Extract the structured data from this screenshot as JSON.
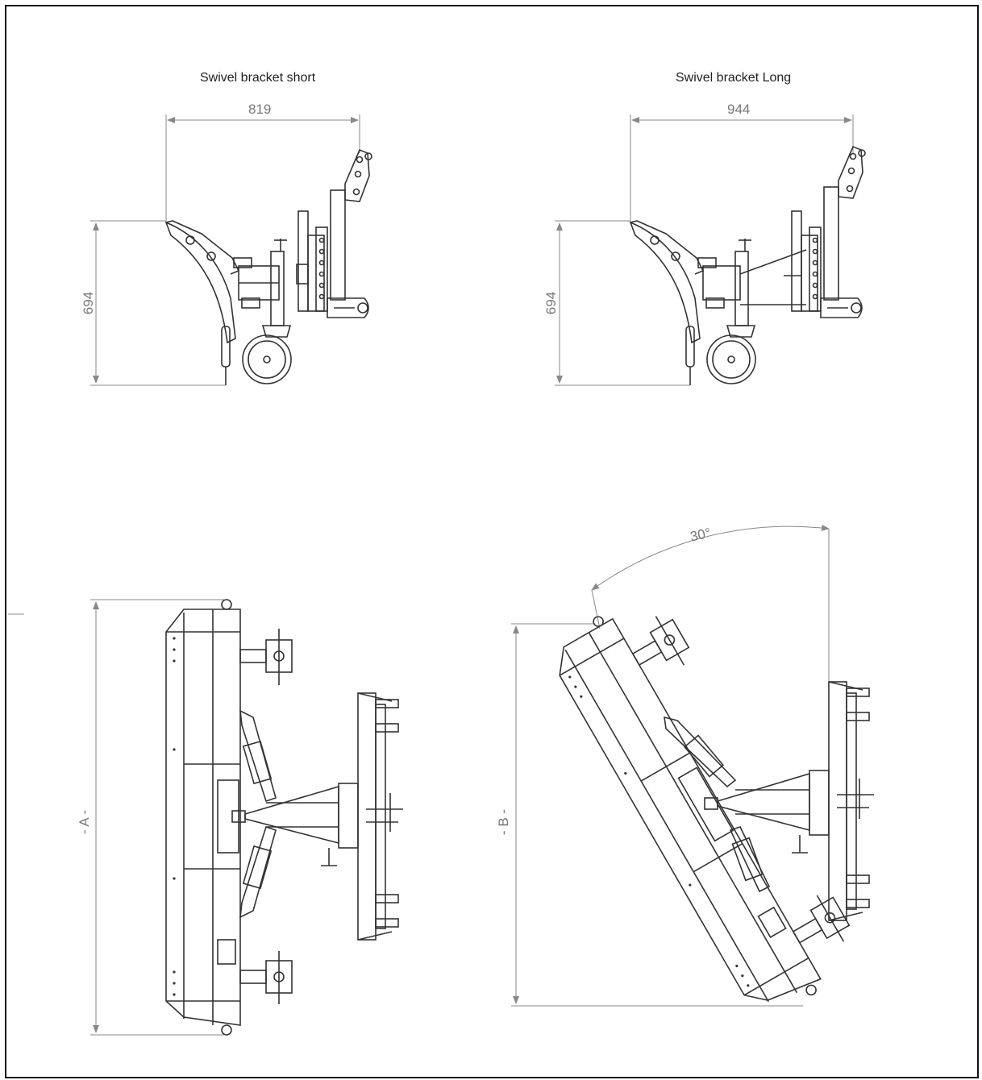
{
  "drawing": {
    "side_short": {
      "title": "Swivel bracket short",
      "width_dim": "819",
      "height_dim": "694"
    },
    "side_long": {
      "title": "Swivel bracket Long",
      "width_dim": "944",
      "height_dim": "694"
    },
    "top_straight": {
      "length_label": "- A -"
    },
    "top_angled": {
      "length_label": "- B -",
      "angle": "30°"
    }
  },
  "colors": {
    "line": "#333333",
    "dimension": "#888888"
  }
}
